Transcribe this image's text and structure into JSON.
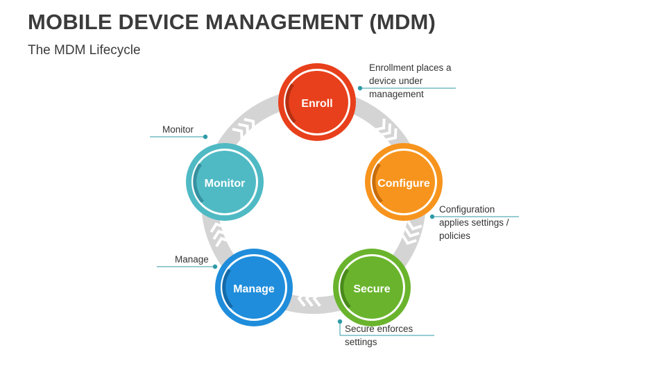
{
  "slide": {
    "title": "MOBILE DEVICE MANAGEMENT (MDM)",
    "subtitle": "The MDM Lifecycle"
  },
  "colors": {
    "enroll": "#e8401c",
    "configure": "#f7941d",
    "secure": "#6ab42d",
    "manage": "#1f8ddb",
    "monitor": "#4fbac4",
    "arrow": "#c8c8c8",
    "line": "#2e9aa6",
    "text": "#3b3b3b"
  },
  "nodes": [
    {
      "id": "enroll",
      "label": "Enroll"
    },
    {
      "id": "configure",
      "label": "Configure"
    },
    {
      "id": "secure",
      "label": "Secure"
    },
    {
      "id": "manage",
      "label": "Manage"
    },
    {
      "id": "monitor",
      "label": "Monitor"
    }
  ],
  "notes": {
    "enroll": "Enrollment places a device under management",
    "configure": "Configuration applies settings / policies",
    "secure": "Secure enforces settings",
    "manage": "Manage",
    "monitor": "Monitor"
  }
}
